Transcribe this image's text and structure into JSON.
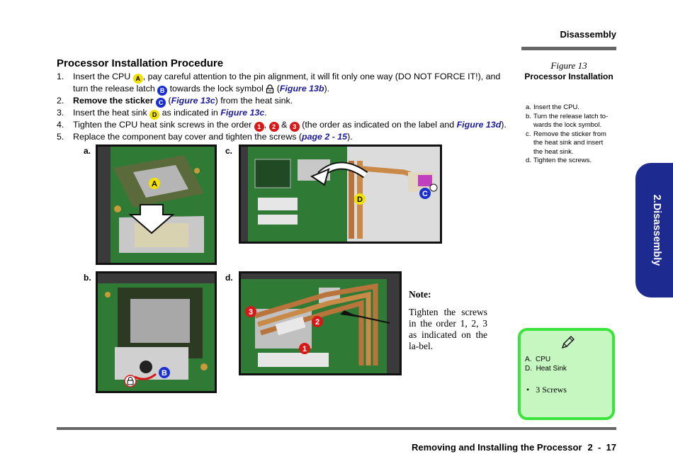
{
  "header": {
    "title": "Disassembly"
  },
  "section": {
    "title": "Processor Installation Procedure"
  },
  "steps": [
    {
      "num": "1.",
      "t1": "Insert the CPU ",
      "b1": "A",
      "t2": ", pay careful attention to the pin alignment, it will fit only one way (DO NOT FORCE IT!), and turn the release latch ",
      "b2": "B",
      "t3": " towards the lock symbol ",
      "t4": " (",
      "link": "Figure 13b",
      "t5": ")."
    },
    {
      "num": "2.",
      "bold": "Remove the sticker",
      "badge": "C",
      "t1": " (",
      "link": "Figure 13c",
      "t2": ") from the heat sink."
    },
    {
      "num": "3.",
      "t1": "Insert the heat sink ",
      "badge": "D",
      "t2": " as indicated in ",
      "link": "Figure 13c",
      "t3": "."
    },
    {
      "num": "4.",
      "t1": "Tighten the CPU heat sink screws in the order ",
      "b1": "1",
      "sep1": ", ",
      "b2": "2",
      "sep2": " & ",
      "b3": "3",
      "t2": " (the order as indicated on the label and ",
      "link": "Figure 13d",
      "t3": ")."
    },
    {
      "num": "5.",
      "t1": "Replace the component bay cover and tighten the screws (",
      "link": "page 2 - 15",
      "t2": ")."
    }
  ],
  "figures": {
    "a": {
      "label": "a.",
      "callouts": [
        "A"
      ]
    },
    "b": {
      "label": "b.",
      "callouts": [
        "B"
      ]
    },
    "c": {
      "label": "c.",
      "callouts": [
        "D",
        "C"
      ]
    },
    "d": {
      "label": "d.",
      "callouts": [
        "3",
        "2",
        "1"
      ]
    }
  },
  "note": {
    "title": "Note:",
    "text": "Tighten the screws in the order 1, 2, 3 as indicated on the la-bel."
  },
  "caption": {
    "figure_num": "Figure 13",
    "name": "Processor Installation",
    "items": [
      {
        "letter": "a.",
        "text": "Insert the CPU."
      },
      {
        "letter": "b.",
        "text": "Turn the release latch to-wards the lock symbol."
      },
      {
        "letter": "c.",
        "text": "Remove the sticker from the heat sink and insert the heat sink."
      },
      {
        "letter": "d.",
        "text": "Tighten the screws."
      }
    ]
  },
  "side_tab": {
    "text": "2.Disassembly"
  },
  "notebox": {
    "icon": "pencil-icon",
    "parts": [
      {
        "letter": "A.",
        "name": "CPU"
      },
      {
        "letter": "D.",
        "name": "Heat Sink"
      }
    ],
    "screws": "3 Screws"
  },
  "footer": {
    "title": "Removing and Installing the Processor",
    "page": "2  -  17"
  },
  "colors": {
    "link": "#1a1a9a",
    "badge_yellow": "#f2e100",
    "badge_blue": "#1a2fd0",
    "badge_red": "#d81818",
    "side_tab": "#1d2a90",
    "notebox_fill": "#c6f7c0",
    "notebox_border": "#3ae43a",
    "rule": "#666666"
  }
}
